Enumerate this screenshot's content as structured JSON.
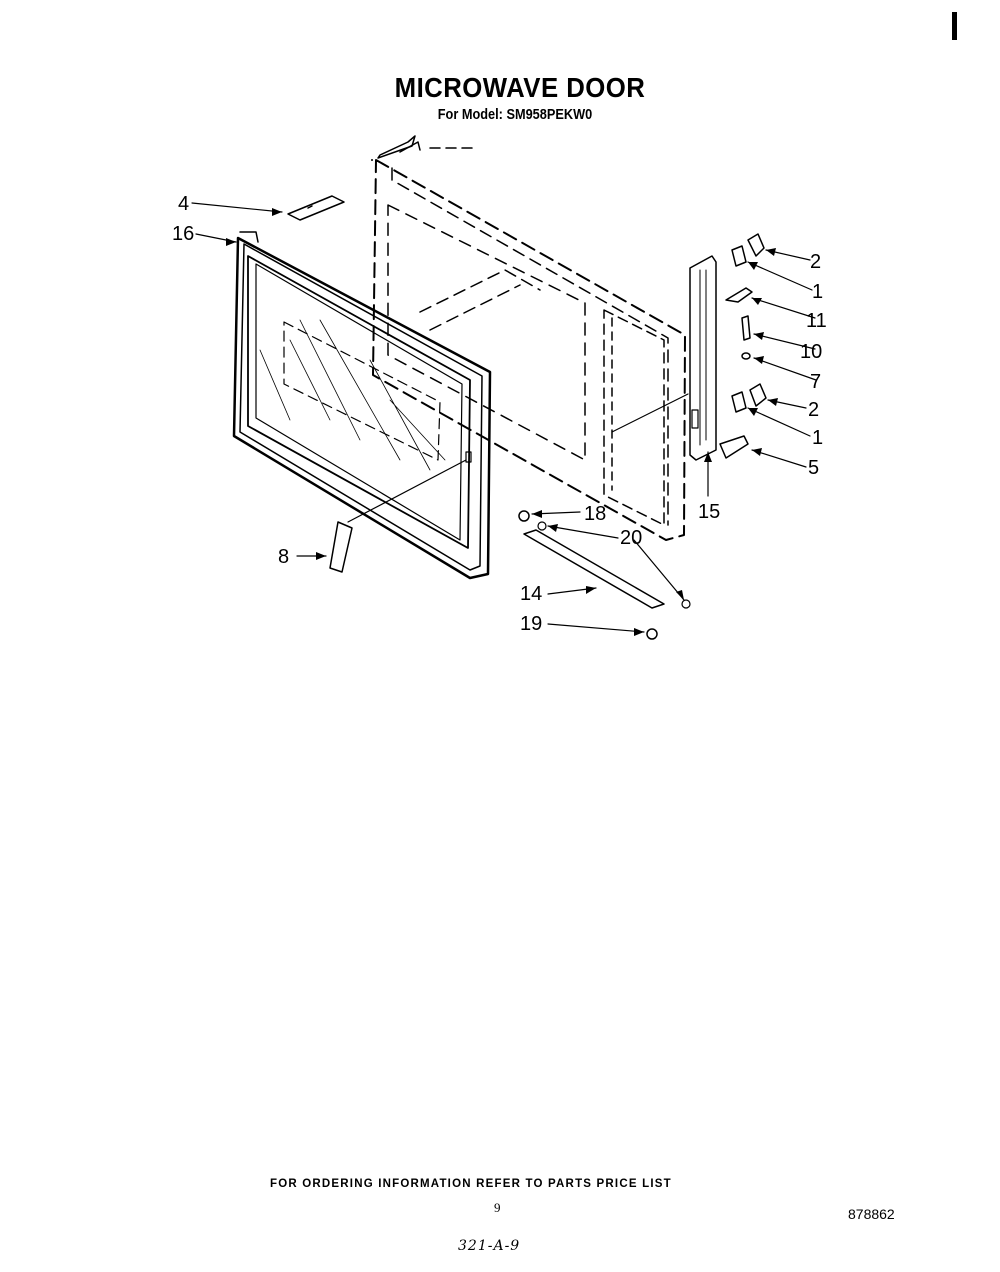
{
  "header": {
    "title": "MICROWAVE DOOR",
    "subtitle": "For Model: SM958PEKW0"
  },
  "callouts": [
    {
      "id": "c4",
      "label": "4"
    },
    {
      "id": "c16",
      "label": "16"
    },
    {
      "id": "c2a",
      "label": "2"
    },
    {
      "id": "c1a",
      "label": "1"
    },
    {
      "id": "c11",
      "label": "11"
    },
    {
      "id": "c10",
      "label": "10"
    },
    {
      "id": "c7",
      "label": "7"
    },
    {
      "id": "c2b",
      "label": "2"
    },
    {
      "id": "c1b",
      "label": "1"
    },
    {
      "id": "c5",
      "label": "5"
    },
    {
      "id": "c15",
      "label": "15"
    },
    {
      "id": "c18",
      "label": "18"
    },
    {
      "id": "c20",
      "label": "20"
    },
    {
      "id": "c8",
      "label": "8"
    },
    {
      "id": "c14",
      "label": "14"
    },
    {
      "id": "c19",
      "label": "19"
    }
  ],
  "footer": {
    "ordering_note": "FOR ORDERING INFORMATION REFER TO PARTS PRICE LIST",
    "page_number": "9",
    "document_number": "878862",
    "handwritten_note": "321-A-9"
  }
}
